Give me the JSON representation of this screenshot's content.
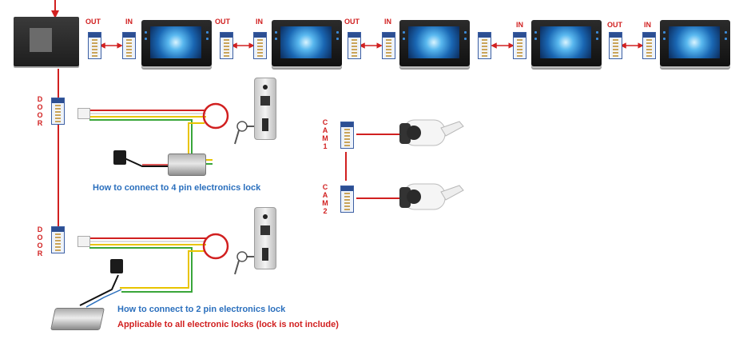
{
  "labels": {
    "out": "OUT",
    "in": "IN",
    "door": "DOOR",
    "cam1": "CAM1",
    "cam2": "CAM2"
  },
  "captions": {
    "four_pin": "How to connect to 4 pin electronics lock",
    "two_pin": "How to connect to 2 pin electronics lock",
    "applicable": "Applicable to all electronic locks (lock is not include)"
  },
  "colors": {
    "label_red": "#d12020",
    "caption_blue": "#2a6fbd",
    "wire_red": "#d12020",
    "wire_yellow": "#e8c400",
    "wire_green": "#3aa63a",
    "wire_white": "#dddddd"
  }
}
